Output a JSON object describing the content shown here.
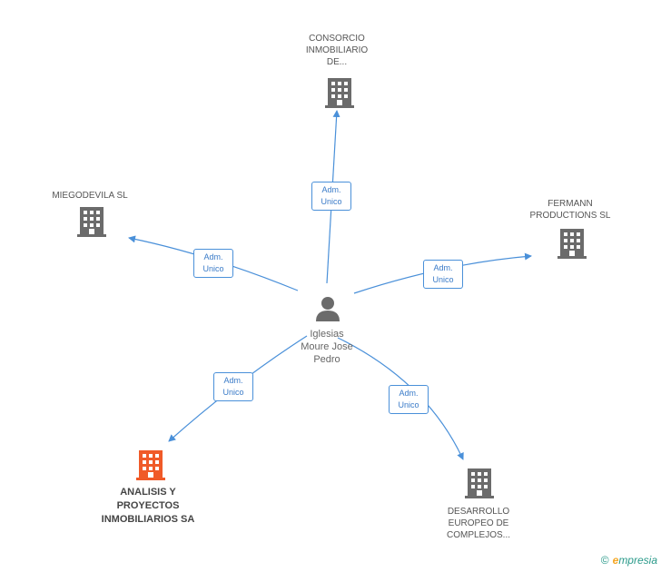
{
  "colors": {
    "edge": "#4a90d9",
    "building": "#6b6b6b",
    "building_highlight": "#f05a28",
    "person": "#6b6b6b"
  },
  "center": {
    "label": "Iglesias\nMoure Jose\nPedro",
    "icon": "person-icon"
  },
  "nodes": [
    {
      "id": "consorcio",
      "label": "CONSORCIO\nINMOBILIARIO\nDE...",
      "icon": "building-icon"
    },
    {
      "id": "fermann",
      "label": "FERMANN\nPRODUCTIONS SL",
      "icon": "building-icon"
    },
    {
      "id": "miegodevila",
      "label": "MIEGODEVILA SL",
      "icon": "building-icon"
    },
    {
      "id": "analisis",
      "label": "ANALISIS Y\nPROYECTOS\nINMOBILIARIOS SA",
      "icon": "building-icon",
      "highlight": true
    },
    {
      "id": "desarrollo",
      "label": "DESARROLLO\nEUROPEO DE\nCOMPLEJOS...",
      "icon": "building-icon"
    }
  ],
  "edges": [
    {
      "to": "consorcio",
      "line1": "Adm.",
      "line2": "Unico"
    },
    {
      "to": "fermann",
      "line1": "Adm.",
      "line2": "Unico"
    },
    {
      "to": "miegodevila",
      "line1": "Adm.",
      "line2": "Unico"
    },
    {
      "to": "analisis",
      "line1": "Adm.",
      "line2": "Unico"
    },
    {
      "to": "desarrollo",
      "line1": "Adm.",
      "line2": "Unico"
    }
  ],
  "footer": {
    "copyright": "©",
    "brand_initial": "e",
    "brand_rest": "mpresia"
  }
}
